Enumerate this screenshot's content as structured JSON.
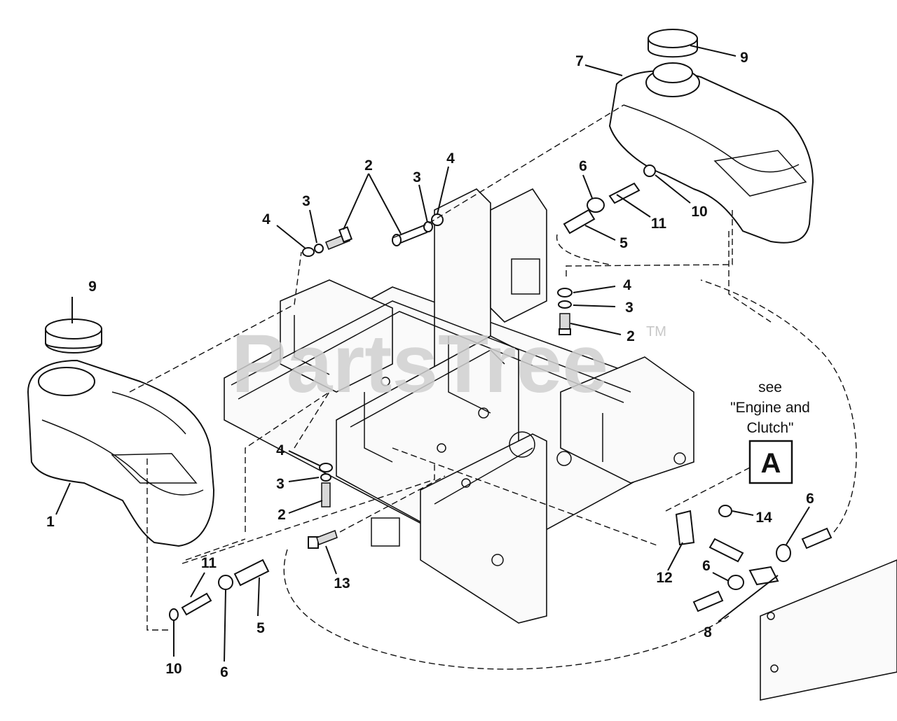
{
  "watermark": {
    "text": "PartsTree",
    "trademark": "TM"
  },
  "reference": {
    "line1": "see",
    "line2": "\"Engine and",
    "line3": "Clutch\"",
    "box_letter": "A"
  },
  "callouts": {
    "c1": "1",
    "c2a": "2",
    "c2b": "2",
    "c2c": "2",
    "c3a": "3",
    "c3b": "3",
    "c3c": "3",
    "c3d": "3",
    "c4a": "4",
    "c4b": "4",
    "c4c": "4",
    "c4d": "4",
    "c5a": "5",
    "c5b": "5",
    "c6a": "6",
    "c6b": "6",
    "c6c": "6",
    "c6d": "6",
    "c7": "7",
    "c8": "8",
    "c9a": "9",
    "c9b": "9",
    "c10a": "10",
    "c10b": "10",
    "c11a": "11",
    "c11b": "11",
    "c12": "12",
    "c13": "13",
    "c14": "14"
  }
}
